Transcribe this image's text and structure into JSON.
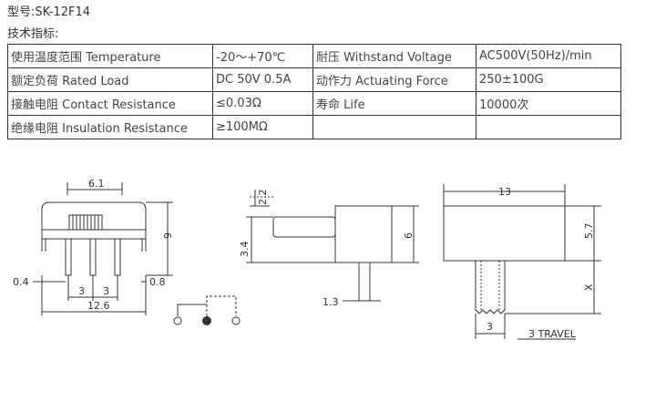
{
  "header": {
    "model": "型号:SK-12F14",
    "tech_label": "技术指标:"
  },
  "specs": [
    [
      "使用温度范围 Temperature",
      "-20～+70℃",
      "耐压 Withstand Voltage",
      "AC500V(50Hz)/min"
    ],
    [
      "额定负荷 Rated Load",
      "DC 50V 0.5A",
      "动作力 Actuating Force",
      "250±100G"
    ],
    [
      "接触电阻 Contact Resistance",
      "≤0.03Ω",
      "寿命 Life",
      "10000次"
    ],
    [
      "绝缘电阻 Insulation Resistance",
      "≥100MΩ",
      "",
      ""
    ]
  ],
  "drawing": {
    "front": {
      "top_width": "6.1",
      "height": "9",
      "pin_left": "0.4",
      "pin_right": "0.8",
      "pitch_a": "3",
      "pitch_b": "3",
      "total_width": "12.6"
    },
    "side": {
      "actuator_offset": "2.2",
      "actuator_height": "3.4",
      "body_height": "6",
      "pin_offset": "1.3"
    },
    "rear": {
      "width": "13",
      "height": "5.7",
      "length": "X",
      "actuator_width": "3",
      "travel": "3 TRAVEL"
    }
  }
}
